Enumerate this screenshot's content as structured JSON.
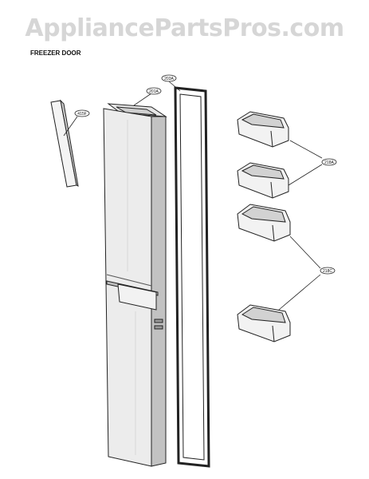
{
  "watermark": "AppliancePartsPros.com",
  "title": "FREEZER DOOR",
  "callouts": [
    {
      "id": "415f",
      "label": "415F"
    },
    {
      "id": "201a",
      "label": "201A"
    },
    {
      "id": "203a",
      "label": "203A"
    },
    {
      "id": "218a",
      "label": "218A"
    },
    {
      "id": "218c",
      "label": "218C"
    }
  ],
  "colors": {
    "line": "#222222",
    "shade": "#b8b8b8",
    "watermark": "#d6d6d6"
  }
}
